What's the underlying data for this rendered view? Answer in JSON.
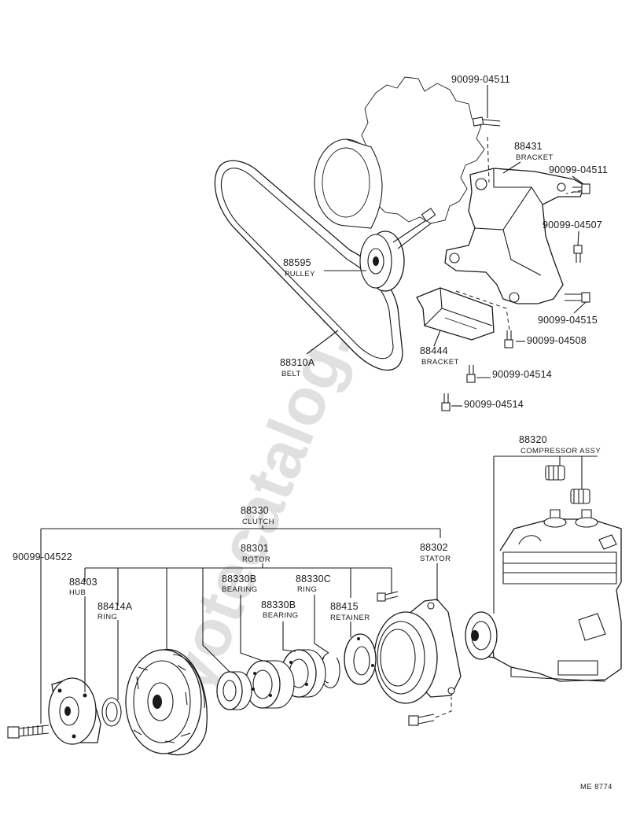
{
  "watermark": "toyotecatalog.ru",
  "figure_code": "ME 8774",
  "labels": {
    "b04511_top": {
      "number": "90099-04511",
      "desc": ""
    },
    "bracket_88431": {
      "number": "88431",
      "desc": "BRACKET"
    },
    "b04511_right": {
      "number": "90099-04511",
      "desc": ""
    },
    "b04507": {
      "number": "90099-04507",
      "desc": ""
    },
    "pulley_88595": {
      "number": "88595",
      "desc": "PULLEY"
    },
    "b04515": {
      "number": "90099-04515",
      "desc": ""
    },
    "bracket_88444": {
      "number": "88444",
      "desc": "BRACKET"
    },
    "b04508": {
      "number": "90099-04508",
      "desc": ""
    },
    "belt_88310a": {
      "number": "88310A",
      "desc": "BELT"
    },
    "b04514_a": {
      "number": "90099-04514",
      "desc": ""
    },
    "b04514_b": {
      "number": "90099-04514",
      "desc": ""
    },
    "compressor_88320": {
      "number": "88320",
      "desc": "COMPRESSOR ASSY"
    },
    "clutch_88330": {
      "number": "88330",
      "desc": "CLUTCH"
    },
    "b04522": {
      "number": "90099-04522",
      "desc": ""
    },
    "rotor_88301": {
      "number": "88301",
      "desc": "ROTOR"
    },
    "stator_88302": {
      "number": "88302",
      "desc": "STATOR"
    },
    "hub_88403": {
      "number": "88403",
      "desc": "HUB"
    },
    "bearing_88330b_1": {
      "number": "88330B",
      "desc": "BEARING"
    },
    "ring_88330c": {
      "number": "88330C",
      "desc": "RING"
    },
    "ring_88414a": {
      "number": "88414A",
      "desc": "RING"
    },
    "bearing_88330b_2": {
      "number": "88330B",
      "desc": "BEARING"
    },
    "retainer_88415": {
      "number": "88415",
      "desc": "RETAINER"
    }
  },
  "icons": [
    "bolt-icon",
    "pulley-icon",
    "belt-icon",
    "bracket-icon",
    "compressor-icon",
    "clutch-hub-icon",
    "rotor-icon",
    "stator-icon",
    "bearing-icon",
    "snap-ring-icon"
  ]
}
